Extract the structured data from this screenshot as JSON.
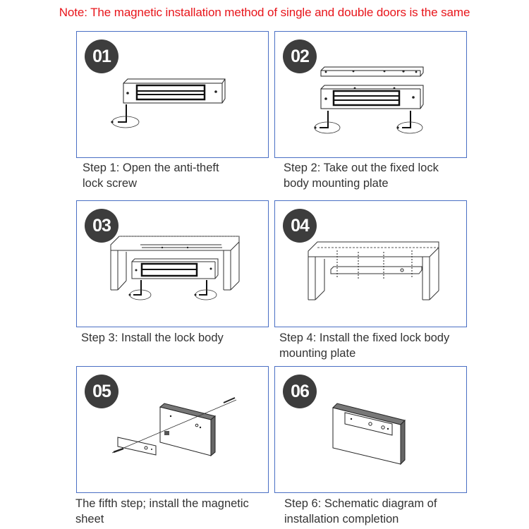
{
  "note": "Note: The magnetic installation method of single and double doors is the same",
  "colors": {
    "note": "#e8141a",
    "border": "#4a6fc4",
    "badge": "#3d3d3d"
  },
  "steps": [
    {
      "badge": "01",
      "caption_line1": "Step 1: Open the anti-theft",
      "caption_line2": "lock screw"
    },
    {
      "badge": "02",
      "caption_line1": "Step 2: Take out the fixed lock",
      "caption_line2": "body mounting plate"
    },
    {
      "badge": "03",
      "caption_line1": "Step 3: Install the lock body",
      "caption_line2": ""
    },
    {
      "badge": "04",
      "caption_line1": "Step 4: Install the fixed lock body",
      "caption_line2": "mounting plate"
    },
    {
      "badge": "05",
      "caption_line1": "The fifth step; install the magnetic",
      "caption_line2": "sheet"
    },
    {
      "badge": "06",
      "caption_line1": "Step 6: Schematic diagram of",
      "caption_line2": "installation completion"
    }
  ]
}
